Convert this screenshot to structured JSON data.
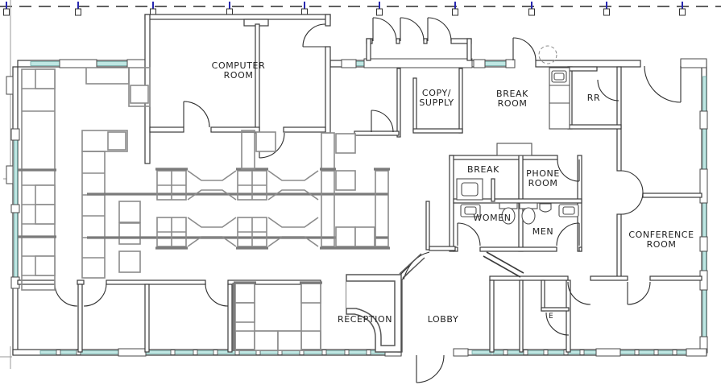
{
  "title": "Office floor plan",
  "rooms": {
    "computer_room": "COMPUTER\nROOM",
    "copy_supply": "COPY/\nSUPPLY",
    "break_room": "BREAK\nROOM",
    "restroom": "RR",
    "break": "BREAK",
    "phone_room": "PHONE\nROOM",
    "women": "WOMEN",
    "men": "MEN",
    "conference_room": "CONFERENCE\nROOM",
    "reception": "RECEPTION",
    "lobby": "LOBBY",
    "electrical_closet": "E"
  },
  "colors": {
    "wall": "#3b3b3b",
    "window_glass": "#bfe7e3",
    "window_frame": "#6fa9a4",
    "cubicle": "#8b8b8b",
    "cubicle_dark": "#7a7a7a",
    "column_marker": "#2727b0",
    "background": "#ffffff"
  }
}
